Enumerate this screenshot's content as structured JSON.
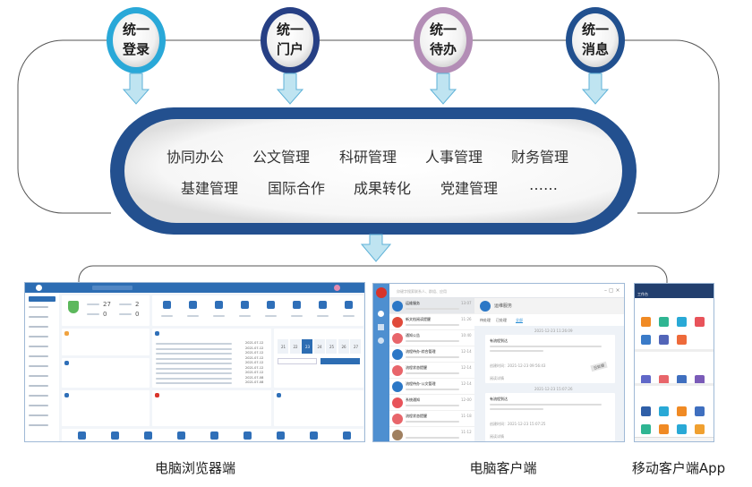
{
  "unified": [
    {
      "line1": "统一",
      "line2": "登录",
      "color": "#29a8d8"
    },
    {
      "line1": "统一",
      "line2": "门户",
      "color": "#263f84"
    },
    {
      "line1": "统一",
      "line2": "待办",
      "color": "#b38db6"
    },
    {
      "line1": "统一",
      "line2": "消息",
      "color": "#21508f"
    }
  ],
  "modules_row1": [
    "协同办公",
    "公文管理",
    "科研管理",
    "人事管理",
    "财务管理"
  ],
  "modules_row2": [
    "基建管理",
    "国际合作",
    "成果转化",
    "党建管理",
    "……"
  ],
  "colors": {
    "pill": "#23508f",
    "arrow_fill": "#bfe4f1",
    "arrow_stroke": "#5fb2d8"
  },
  "clients": [
    {
      "caption": "电脑浏览器端"
    },
    {
      "caption": "电脑客户端"
    },
    {
      "caption": "移动客户端App"
    }
  ],
  "browser": {
    "stats": [
      "27",
      "2",
      "0",
      "0"
    ],
    "calendar_days": [
      "21",
      "22",
      "23",
      "24",
      "25",
      "26",
      "27"
    ],
    "dates": [
      "2021-07-12",
      "2021-07-12",
      "2021-07-12",
      "2021-07-12",
      "2021-07-12",
      "2021-07-12",
      "2021-07-12",
      "2021-07-08",
      "2021-07-08"
    ]
  },
  "desktop": {
    "search_placeholder": "卯键字搜索联系人、群组、应用",
    "messages": [
      {
        "title": "运维服务",
        "time": "13:07"
      },
      {
        "title": "新文档阅读提醒",
        "time": "11:26"
      },
      {
        "title": "通知公告",
        "time": "10:40"
      },
      {
        "title": "流程待办-综合管理",
        "time": "12-14"
      },
      {
        "title": "流程状态提醒",
        "time": "12-14"
      },
      {
        "title": "流程待办-公文管理",
        "time": "12-14"
      },
      {
        "title": "系统通知",
        "time": "12-00"
      },
      {
        "title": "流程状态提醒",
        "time": "11-18"
      },
      {
        "title": "",
        "time": "11-12"
      }
    ],
    "panel_title": "运维服务",
    "tabs": [
      "待处理",
      "已处理",
      "全部"
    ],
    "cards": [
      {
        "stamp": "2021-12-23 11:26:09",
        "title": "有流程到达",
        "created": "创建时间：2021-12-23 09:56:43",
        "badge": "已处理",
        "link": "阅读详情"
      },
      {
        "stamp": "2021-12-23 15:07:26",
        "title": "有流程到达",
        "created": "创建时间：2021-12-23 15:07:25",
        "link": "阅读详情"
      }
    ]
  },
  "mobile": {
    "title": "工作台"
  }
}
